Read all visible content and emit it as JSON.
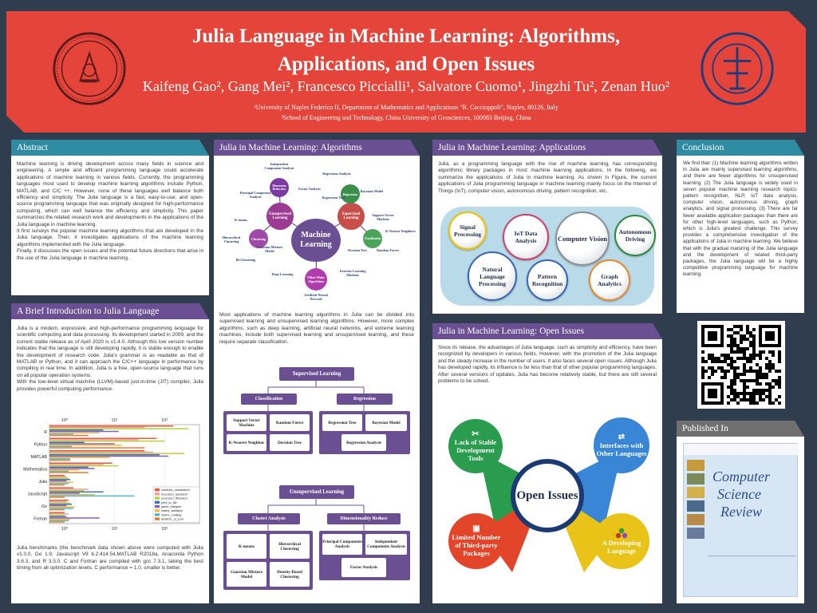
{
  "header": {
    "title_line1": "Julia Language in Machine Learning: Algorithms,",
    "title_line2": "Applications, and Open Issues",
    "authors": "Kaifeng Gao², Gang Mei²,  Francesco Piccialli¹, Salvatore Cuomo¹, Jingzhi Tu², Zenan Huo²",
    "affiliation1": "¹University of Naples Federico II, Department of Mathematics and Applications \"R. Caccioppoli\", Naples, 80126, Italy",
    "affiliation2": "²School of Engineering and Technology, China University of Geosciences, 100083 Beijing, China",
    "colors": {
      "banner": "#e5443a",
      "background": "#2f3d4f"
    }
  },
  "abstract": {
    "heading": "Abstract",
    "p1": "Machine learning is driving development across many fields in science and engineering. A simple and efficient programming language could accelerate applications of machine learning in various fields. Currently, the programming languages most used to develop machine learning algorithms include Python, MATLAB, and C/C ++. However, none of these languages well balance both efficiency and simplicity. The Julia language is a fast, easy-to-use, and open-source programming language that was originally designed for high-performance computing, which can well balance the efficiency and simplicity. This paper summarizes the related research work and developments in the applications of the Julia language in machine learning.",
    "p2": "It first surveys the popular machine learning algorithms that are developed in the Julia language. Then, it investigates applications of the machine learning algorithms implemented with the Julia language.",
    "p3": "Finally, it discusses the open issues and the potential future directions that arise in the use of the Julia language in machine learning."
  },
  "intro": {
    "heading": "A Brief Introduction to Julia Language",
    "p1": "Julia is a modern, expressive, and high-performance programming language for scientific computing and data processing. Its development started in 2009, and the current stable release as of April 2020 is v1.4.0. Although this low version number indicates that the language is still developing rapidly, it is stable enough to enable the development of research code. Julia's grammar is as readable as that of MATLAB or Python, and it can approach the C/C++ language in performance by compiling in real time. In addition, Julia is a free, open-source language that runs on all popular operation systems.",
    "p2": "With the low-level virtual machine (LLVM)-based just-in-time (JIT) compiler, Julia provides powerful computing performance.",
    "caption": "Julia benchmarks (the benchmark data shown above were computed with Julia v1.0.0, Go 1.9, Javascript V8 6.2.414.54,MATLAB R2018a, Anaconda Python 3.6.3, and R 3.5.0. C and Fortran are compiled with gcc 7.3.1, taking the best timing from all optimization levels. C performance = 1.0, smaller is better."
  },
  "chart_data": {
    "type": "bar",
    "orientation": "horizontal",
    "x_scale": "log",
    "x_ticks_top": [
      "10⁰",
      "10¹",
      "10²"
    ],
    "x_ticks_bottom": [
      "10⁰",
      "10¹",
      "10²"
    ],
    "categories": [
      "R",
      "Python",
      "MATLAB",
      "Mathematica",
      "Julia",
      "JavaScript",
      "Go",
      "Fortran"
    ],
    "series": [
      {
        "name": "userfunc_mandelbrot",
        "color": "#e05a3a",
        "values": [
          150,
          70,
          40,
          9,
          1.0,
          1.5,
          1.2,
          1.0
        ]
      },
      {
        "name": "recursion_quicksort",
        "color": "#f29a9a",
        "values": [
          40,
          30,
          60,
          6,
          1.1,
          3,
          1.1,
          1.2
        ]
      },
      {
        "name": "recursion_fibonacci",
        "color": "#b2d235",
        "values": [
          300,
          100,
          250,
          12,
          1.2,
          2.5,
          1.3,
          1.0
        ]
      },
      {
        "name": "print_to_file",
        "color": "#3d6fb6",
        "values": [
          6,
          2.5,
          80,
          3,
          1.3,
          6,
          1.4,
          1.1
        ]
      },
      {
        "name": "parse_integers",
        "color": "#8a5bb0",
        "values": [
          12,
          10,
          120,
          4,
          1.1,
          2,
          1.1,
          5
        ]
      },
      {
        "name": "matrix_statistics",
        "color": "#f4b73c",
        "values": [
          5,
          14,
          8,
          2,
          1.5,
          4,
          1.6,
          1.3
        ]
      },
      {
        "name": "matrix_multiply",
        "color": "#4fb6c4",
        "values": [
          1.5,
          1.4,
          1.3,
          1.2,
          1.2,
          25,
          1.5,
          1.2
        ]
      },
      {
        "name": "iteration_pi_sum",
        "color": "#e87a2b",
        "values": [
          3,
          40,
          1.3,
          3,
          1.0,
          1.0,
          1.0,
          1.0
        ]
      }
    ]
  },
  "algorithms": {
    "heading": "Julia in Machine Learning: Algorithms",
    "center": "Machine Learning",
    "nodes": {
      "unsupervised": "Unsupervised Learning",
      "supervised": "Supervised Learning",
      "dimensionality": "Dimension Reduction",
      "clustering": "Clustering",
      "regression": "Regression",
      "classification": "Classification",
      "other": "Other Main Algorithms"
    },
    "leaves": {
      "ica": "Independent Component Analysis",
      "pca": "Principal Component Analysis",
      "factor": "Factor Analysis",
      "kmeans": "K-means",
      "hier": "Hierarchical Clustering",
      "gmm": "Gaussian Mixture Model",
      "bic": "Bi-Clustering",
      "regan": "Regression Analysis",
      "regtree": "Regression Tree",
      "bayes": "Bayesian Model",
      "svm": "Support Vector Machine",
      "knn": "K-Nearest Neighbors",
      "dtree": "Decision Tree",
      "rf": "Random Forest",
      "deep": "Deep Learning",
      "elm": "Extreme Learning Machine",
      "ann": "Artificial Neural Network"
    },
    "text": "Most applications of machine learning algorithms in Julia can be divided into supervised learning and unsupervised learning algorithms. However, more complex algorithms, such as deep learning, artificial neural networks, and extreme learning machines, include both supervised learning and unsupervised learning, and these require separate classification.",
    "sup_tree": {
      "root": "Supervised Learning",
      "classification": "Classification",
      "regression": "Regression",
      "svm": "Support Vector Machine",
      "rf": "Random Forest",
      "knn": "K-Nearest Neighbor",
      "dt": "Decision Tree",
      "rt": "Regression Tree",
      "bm": "Bayesian Model",
      "ra": "Regression Analysis"
    },
    "unsup_tree": {
      "root": "Unsupervised Learning",
      "cluster": "Cluster Analysis",
      "dim": "Dimensionality Reduce",
      "km": "K-means",
      "hc": "Hierarchical Clustering",
      "gmm": "Gaussian Mixture Model",
      "dbc": "Density-Based Clustering",
      "pca": "Principal Components Analysis",
      "ica": "Independent Components Analysis",
      "fa": "Factor Analysis"
    }
  },
  "applications": {
    "heading": "Julia in Machine Learning: Applications",
    "text": "Julia, as a programming language with the rise of machine learning, has corresponding algorithmic library packages in most machine learning applications. In the following, we summarize the applications of Julia in machine learning. As shown in Figure, the current applications of Julia programming language in machine learning mainly focus on the Internet of Things (IoT), computer vision, autonomous driving, pattern recognition, etc.",
    "items": {
      "signal": "Signal Processing",
      "iot": "IoT Data Analysis",
      "cv": "Computer Vision",
      "ad": "Autonomous Driving",
      "nlp": "Natural Language Processing",
      "pr": "Pattern Recognition",
      "ga": "Graph Analytics"
    }
  },
  "open_issues": {
    "heading": "Julia in Machine Learning: Open Issues",
    "text": "Since its release, the advantages of Julia language, such as simplicity and efficiency, have been recognized by developers in various fields. However, with the promotion of the Julia language and the steady increase in the number of users, it also faces several open issues. Although Julia has developed rapidly, its influence is far less than that of other popular programming languages. After several versions of updates, Julia has become relatively stable, but there are still several problems to be solved.",
    "center": "Open Issues",
    "tools": "Lack of Stable Development Tools",
    "interfaces": "Interfaces with Other Languages",
    "packages": "Limited Number of Third-party Packages",
    "developing": "A Developing Language"
  },
  "conclusion": {
    "heading": "Conclusion",
    "text": "We find that: (1) Machine learning algorithms written in Julia are mainly supervised learning algorithms, and there are fewer algorithms for unsupervised learning. (2) The Julia language is widely used in seven popular machine learning research topics: pattern recognition, NLP, IoT data analysis, computer vision, autonomous driving, graph analytics, and signal processing. (3) There are far fewer available application packages than there are for other high-level languages, such as Python, which is Julia's greatest challenge. This survey provides a comprehensive investigation of the applications of Julia in machine learning. We believe that with the gradual maturing of the Julia language and the development of related third-party packages, the Julia language will be a highly competitive programming language for machine learning."
  },
  "published": {
    "heading": "Published In",
    "journal_line1": "Computer",
    "journal_line2": "Science",
    "journal_line3": "Review"
  }
}
